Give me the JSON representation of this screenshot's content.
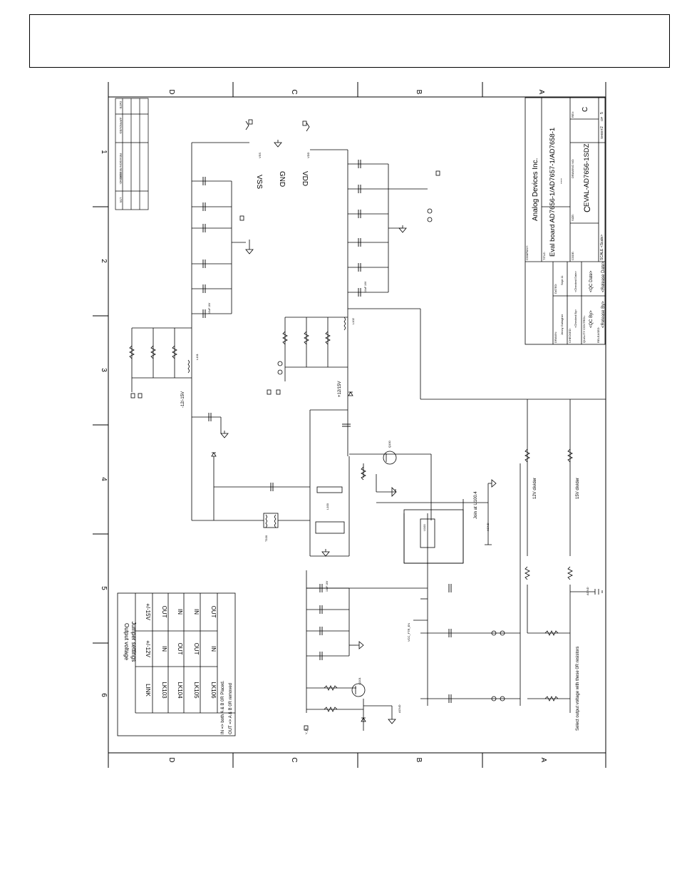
{
  "sheet": {
    "zones_letters": [
      "D",
      "C",
      "B",
      "A"
    ],
    "zones_numbers": [
      "1",
      "2",
      "3",
      "4",
      "5",
      "6"
    ]
  },
  "title_block": {
    "company_label": "COMPANY:",
    "company": "Analog Devices Inc.",
    "title_label": "TITLE:",
    "title": "Eval board AD7656-1/AD7657-1/AD7658-1",
    "title_sub": "---",
    "code_label": "CODE:",
    "size_label": "SIZE:",
    "size": "C",
    "drawing_label": "DRAWING NO:",
    "drawing": "EVAL-AD7656-1SDZ",
    "rev_label": "REV:",
    "rev": "C",
    "sheet_label": "SHEET",
    "sheet": "2",
    "of_label": "OF",
    "of": "5",
    "scale": "SCALE <Scale>",
    "drawn_label": "DRAWN:",
    "drawn": "Jenny Gallagher",
    "dated_label": "DATED:",
    "dated": "Sept 11",
    "checked_label": "CHECKED:",
    "checked": "<Checked By>",
    "checked_date": "<Checked Date>",
    "qc_label": "QUALITY CONTROL:",
    "qc": "<QC By>",
    "qc_date": "<QC Date>",
    "released_label": "RELEASED:",
    "released": "<Release By>",
    "released_date": "<Release Date>"
  },
  "revision_block": {
    "title": "REVISION RECORD",
    "ltr": "LTR",
    "eco": "ECO NO.",
    "approved": "APPROVED:",
    "date": "DATE:"
  },
  "jumper_table": {
    "title_line1": "Output voltage",
    "title_line2": "Jumper settings",
    "headers": [
      "LINK",
      "+/-12V",
      "+/-15V"
    ],
    "rows": [
      [
        "LK103",
        "IN",
        "OUT"
      ],
      [
        "LK104",
        "OUT",
        "IN"
      ],
      [
        "LK105",
        "OUT",
        "IN"
      ],
      [
        "LK106",
        "IN",
        "OUT"
      ]
    ],
    "note1": "IN => both A & B 0R Placed.",
    "note2": "OUT => A & B 0R removed"
  },
  "labels": {
    "vss": "VSS",
    "gnd": "GND",
    "vdd": "VDD",
    "vss_pin": "VSS",
    "vdd_pin": "VDD",
    "neg_rail": "-12/-15V",
    "pos_rail": "+12/15V",
    "div12": "12V divider",
    "div15": "15V divider",
    "join": "Join at U100.4",
    "select": "Select output voltage with these 0R resistors",
    "agnd": "AGND",
    "v_in": "V_IN",
    "vcc": "VCC_FTR_EN"
  },
  "components": {
    "transformer": "T100",
    "u100": "U100",
    "q100": "Q100",
    "q101": "Q101",
    "cap_val": "10uF 16V",
    "inductor": "L100",
    "ferrite1": "L101",
    "ferrite2": "L102"
  }
}
